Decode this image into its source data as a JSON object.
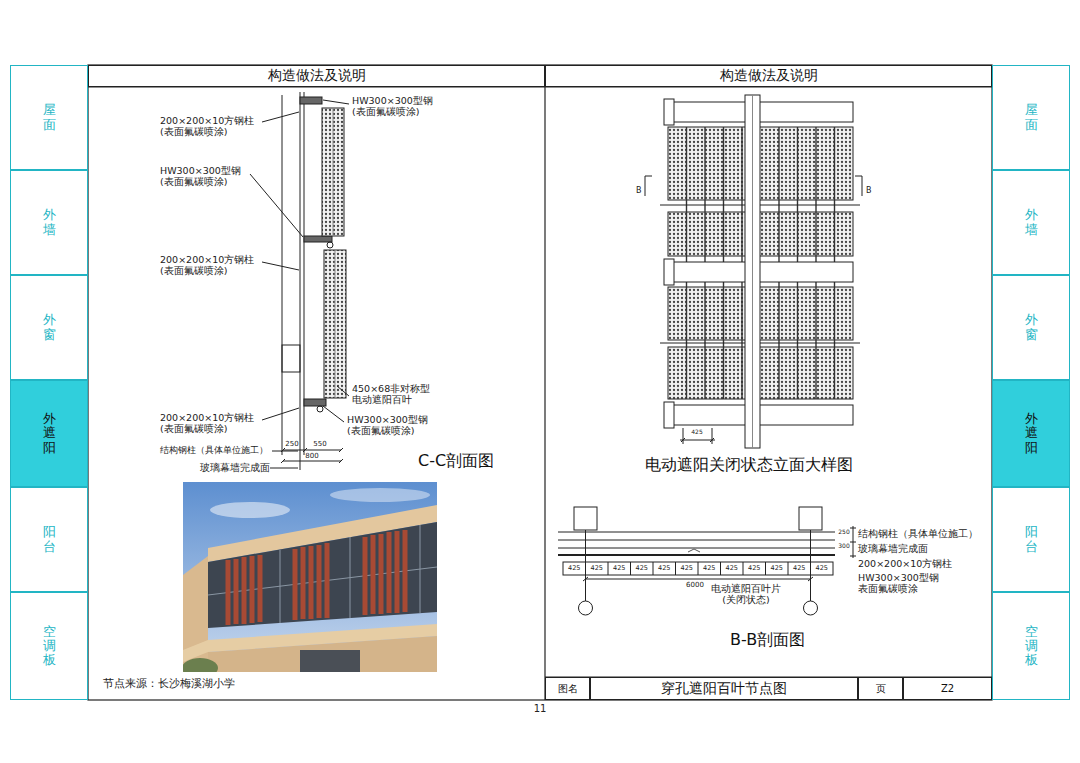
{
  "diagram": {
    "nodes": [
      {
        "text": [
          "屋面"
        ]
      },
      {
        "text": [
          "外墙"
        ]
      },
      {
        "text": [
          "外窗"
        ]
      },
      {
        "text": [
          "外遮阳"
        ]
      },
      {
        "text": [
          "阳台"
        ]
      },
      {
        "text": [
          "空调板"
        ]
      },
      {
        "text": [
          "构造做法及说明"
        ]
      },
      {
        "text": [
          "构造做法及说明"
        ]
      },
      {
        "text": [
          "屋面"
        ]
      },
      {
        "text": [
          "外墙"
        ]
      },
      {
        "text": [
          "外窗"
        ]
      },
      {
        "text": [
          "外遮阳"
        ]
      },
      {
        "text": [
          "阳台"
        ]
      },
      {
        "text": [
          "空调板"
        ]
      },
      {
        "text": [
          "图名"
        ]
      },
      {
        "text": [
          "穿孔遮阳百叶节点图"
        ]
      },
      {
        "text": [
          "页"
        ]
      },
      {
        "text": [
          "Z2"
        ]
      }
    ],
    "labels": [
      "HW300×300型钢 (表面氟碳喷涂)",
      "200×200×10方钢柱 (表面氟碳喷涂)",
      "HW300×300型钢 (表面氟碳喷涂)",
      "200×200×10方钢柱 (表面氟碳喷涂)",
      "450×68非对称型 电动遮阳百叶",
      "HW300×300型钢 (表面氟碳喷涂)",
      "200×200×10方钢柱 (表面氟碳喷涂)",
      "结构钢柱（具体单位施工）",
      "250",
      "550",
      "800",
      "玻璃幕墙完成面",
      "C-C剖面图",
      "节点来源：长沙梅溪湖小学",
      "B",
      "B",
      "425",
      "电动遮阳关闭状态立面大样图",
      "425",
      "425",
      "425",
      "425",
      "425",
      "425",
      "425",
      "425",
      "425",
      "425",
      "425",
      "425",
      "6000",
      "250",
      "300",
      "结构钢柱（具体单位施工）",
      "玻璃幕墙完成面",
      "200×200×10方钢柱",
      "HW300×300型钢 表面氟碳喷涂",
      "电动遮阳百叶片 (关闭状态)",
      "B-B剖面图",
      "11"
    ]
  }
}
